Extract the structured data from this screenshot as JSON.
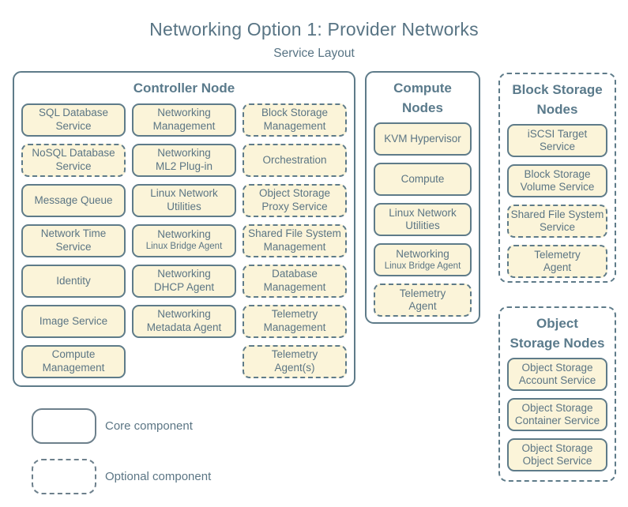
{
  "title": "Networking Option 1: Provider Networks",
  "subtitle": "Service Layout",
  "colors": {
    "box_border": "#5e7b89",
    "box_fill": "#fbf4d9",
    "text": "#5b7584",
    "background": "#ffffff"
  },
  "groups": [
    {
      "title": "Controller Node",
      "optional": false,
      "items": [
        {
          "label": "SQL Database\nService",
          "optional": false
        },
        {
          "label": "Networking\nManagement",
          "optional": false
        },
        {
          "label": "Block Storage\nManagement",
          "optional": true
        },
        {
          "label": "NoSQL Database\nService",
          "optional": true
        },
        {
          "label": "Networking\nML2 Plug-in",
          "optional": false
        },
        {
          "label": "Orchestration",
          "optional": true
        },
        {
          "label": "Message Queue",
          "optional": false
        },
        {
          "label": "Linux Network\nUtilities",
          "optional": false
        },
        {
          "label": "Object Storage\nProxy Service",
          "optional": true
        },
        {
          "label": "Network Time\nService",
          "optional": false
        },
        {
          "label": "Networking",
          "sublabel": "Linux Bridge Agent",
          "optional": false
        },
        {
          "label": "Shared File System\nManagement",
          "optional": true
        },
        {
          "label": "Identity",
          "optional": false
        },
        {
          "label": "Networking\nDHCP Agent",
          "optional": false
        },
        {
          "label": "Database\nManagement",
          "optional": true
        },
        {
          "label": "Image Service",
          "optional": false
        },
        {
          "label": "Networking\nMetadata Agent",
          "optional": false
        },
        {
          "label": "Telemetry\nManagement",
          "optional": true
        },
        {
          "label": "Compute\nManagement",
          "optional": false
        },
        {
          "label": "Telemetry\nAgent(s)",
          "optional": true
        }
      ]
    },
    {
      "title": "Compute\nNodes",
      "optional": false,
      "items": [
        {
          "label": "KVM Hypervisor",
          "optional": false
        },
        {
          "label": "Compute",
          "optional": false
        },
        {
          "label": "Linux Network\nUtilities",
          "optional": false
        },
        {
          "label": "Networking",
          "sublabel": "Linux Bridge Agent",
          "optional": false
        },
        {
          "label": "Telemetry\nAgent",
          "optional": true
        }
      ]
    },
    {
      "title": "Block Storage\nNodes",
      "optional": true,
      "items": [
        {
          "label": "iSCSI Target\nService",
          "optional": false
        },
        {
          "label": "Block Storage\nVolume Service",
          "optional": false
        },
        {
          "label": "Shared File System\nService",
          "optional": true
        },
        {
          "label": "Telemetry\nAgent",
          "optional": true
        }
      ]
    },
    {
      "title": "Object\nStorage Nodes",
      "optional": true,
      "items": [
        {
          "label": "Object Storage\nAccount Service",
          "optional": false
        },
        {
          "label": "Object Storage\nContainer Service",
          "optional": false
        },
        {
          "label": "Object Storage\nObject Service",
          "optional": false
        }
      ]
    }
  ],
  "legend": [
    {
      "style": "solid",
      "label": "Core component"
    },
    {
      "style": "dashed",
      "label": "Optional component"
    }
  ]
}
